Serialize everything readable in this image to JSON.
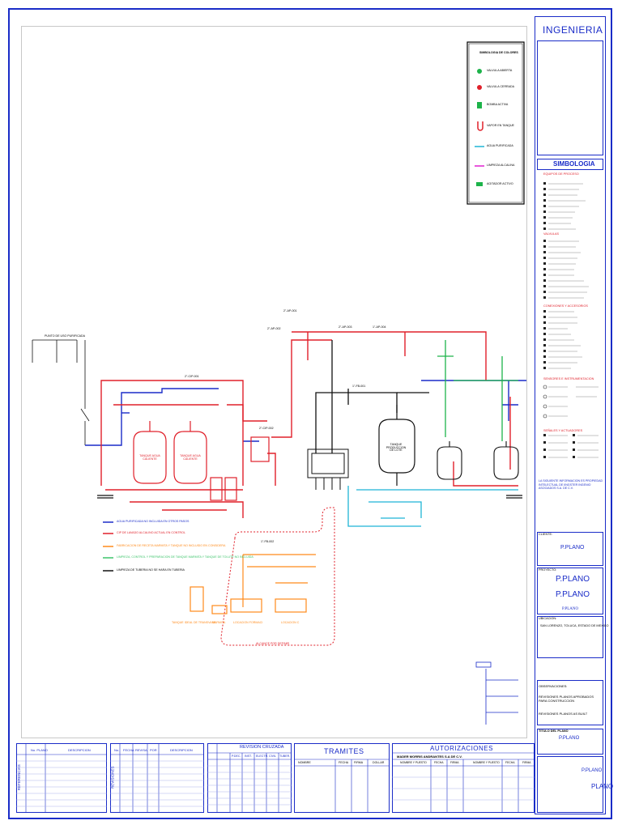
{
  "title_block": {
    "company": "INGENIERIA",
    "simbologia_title": "SIMBOLOGIA",
    "sym_sections": [
      "EQUIPOS DE PROCESO",
      "VALVULAS",
      "CONEXIONES Y ACCESORIOS",
      "SENSORES E INSTRUMENTACION",
      "SEÑALES Y ACTUADORES"
    ],
    "legal_note": "LA SIGUIENTE INFORMACION ES PROPIEDAD INTELECTUAL DE IINGSTER INGENIO ASOCIADOS S.A. DE C.V.",
    "cliente_label": "CLIENTE:",
    "cliente_value": "P.PLANO",
    "proyecto_label": "PROYECTO:",
    "proyecto_line1": "P.PLANO",
    "proyecto_line2": "P.PLANO",
    "proyecto_line3": "P.PLANO",
    "ubicacion_label": "UBICACION:",
    "ubicacion_value": "SAN LORENZO, TOLUCA, ESTADO DE MEXICO",
    "observaciones_title": "OBSERVACIONES:",
    "obs_1": "REVISIONES PLANOS APROBADOS PARA CONSTRUCCION",
    "obs_2": "REVISIONES PLANOS AS BUILT",
    "titulo_label": "TITULO DEL PLANO",
    "titulo_value": "P.PLANO",
    "plano_value": "P.PLANO",
    "plano_short": "PLANO"
  },
  "color_legend": {
    "title": "SIMBOLOGIA DE COLORES",
    "items": [
      {
        "label": "VALVULA ABIERTA",
        "color": "#1db34a"
      },
      {
        "label": "VALVULA CERRADA",
        "color": "#e0202a"
      },
      {
        "label": "BOMBA ACTIVA",
        "color": "#1db34a"
      },
      {
        "label": "VAPOR EN TANQUE",
        "color": "#e0202a"
      },
      {
        "label": "AGUA PURIFICADA",
        "color": "#1fb5d6"
      },
      {
        "label": "LIMPIEZA ALCALINA",
        "color": "#e020d0"
      },
      {
        "label": "AGITADOR ACTIVO",
        "color": "#1db34a"
      }
    ]
  },
  "line_legend": [
    {
      "label": "AGUA PURIFICADA NO INCLUIDA EN OTROS PASOS",
      "color": "#1a2cc8"
    },
    {
      "label": "CIP DE LAVADO ALCALINO ACTUAL EN CONTROL",
      "color": "#e0202a"
    },
    {
      "label": "FABRICACION DE RECETA MARMITA Y TANQUE NO INCLUIDO EN CONSIDERA",
      "color": "#ff8a1a"
    },
    {
      "label": "LIMPIEZA, CONTROL Y PREPARACION DE TANQUE MARMITA Y TANQUE DE TOLUTE NO INCLUIDA",
      "color": "#3cc46a"
    },
    {
      "label": "LIMPIEZA DE TUBERIA NO SE HARA EN TUBERIA",
      "color": "#111111"
    }
  ],
  "diagram": {
    "purified_water": "PUNTO DE USO PURIFICADA",
    "tank_labels": [
      "TANQUE AGUA CALIENTE",
      "TANQUE AGUA CALIENTE"
    ],
    "production_tank": "TANQUE PRODUCCION DE LOTE",
    "bottom_labels": [
      "TANQUE IDEAL DE TRANSVASE",
      "MARMITA",
      "LOCACION FORMACI",
      "LOCACION C"
    ],
    "alcance": "ALCANCE POR DEFINIR",
    "line_tags": [
      "2\"-AP-001",
      "2\"-AP-002",
      "2\"-AP-003",
      "1\"-AP-004",
      "2\"-CIP-001",
      "2\"-CIP-002",
      "1\"-FB-001",
      "1\"-FB-002"
    ]
  },
  "bottom": {
    "planos_title": "REFERENCIAS",
    "planos_headers": [
      "No. PLANO",
      "DESCRIPCION"
    ],
    "revision_headers": [
      "No.",
      "FECHA",
      "REVISA",
      "POR",
      "DESCRIPCION"
    ],
    "revision_cruzada_title": "REVISION CRUZADA",
    "revision_cruzada_cols": [
      "P.DEC.",
      "INST.",
      "ELECTR.",
      "CIVIL",
      "TUBER."
    ],
    "tramites_title": "TRAMITES",
    "tramites_cols": [
      "NOMBRE",
      "FECHA",
      "FIRMA",
      "DOLLAR"
    ],
    "autorizaciones_title": "AUTORIZACIONES",
    "autorizaciones_sub": "MADER MORRIS ANDRANTES S.A DE C.V.",
    "autorizaciones_cols": [
      "NOMBRE Y PUESTO",
      "FECHA",
      "FIRMA",
      "NOMBRE Y PUESTO",
      "FECHA",
      "FIRMA"
    ],
    "planos_left_vertical": "REFERENCIAS",
    "revision_left_vertical": "REVISIONES"
  }
}
